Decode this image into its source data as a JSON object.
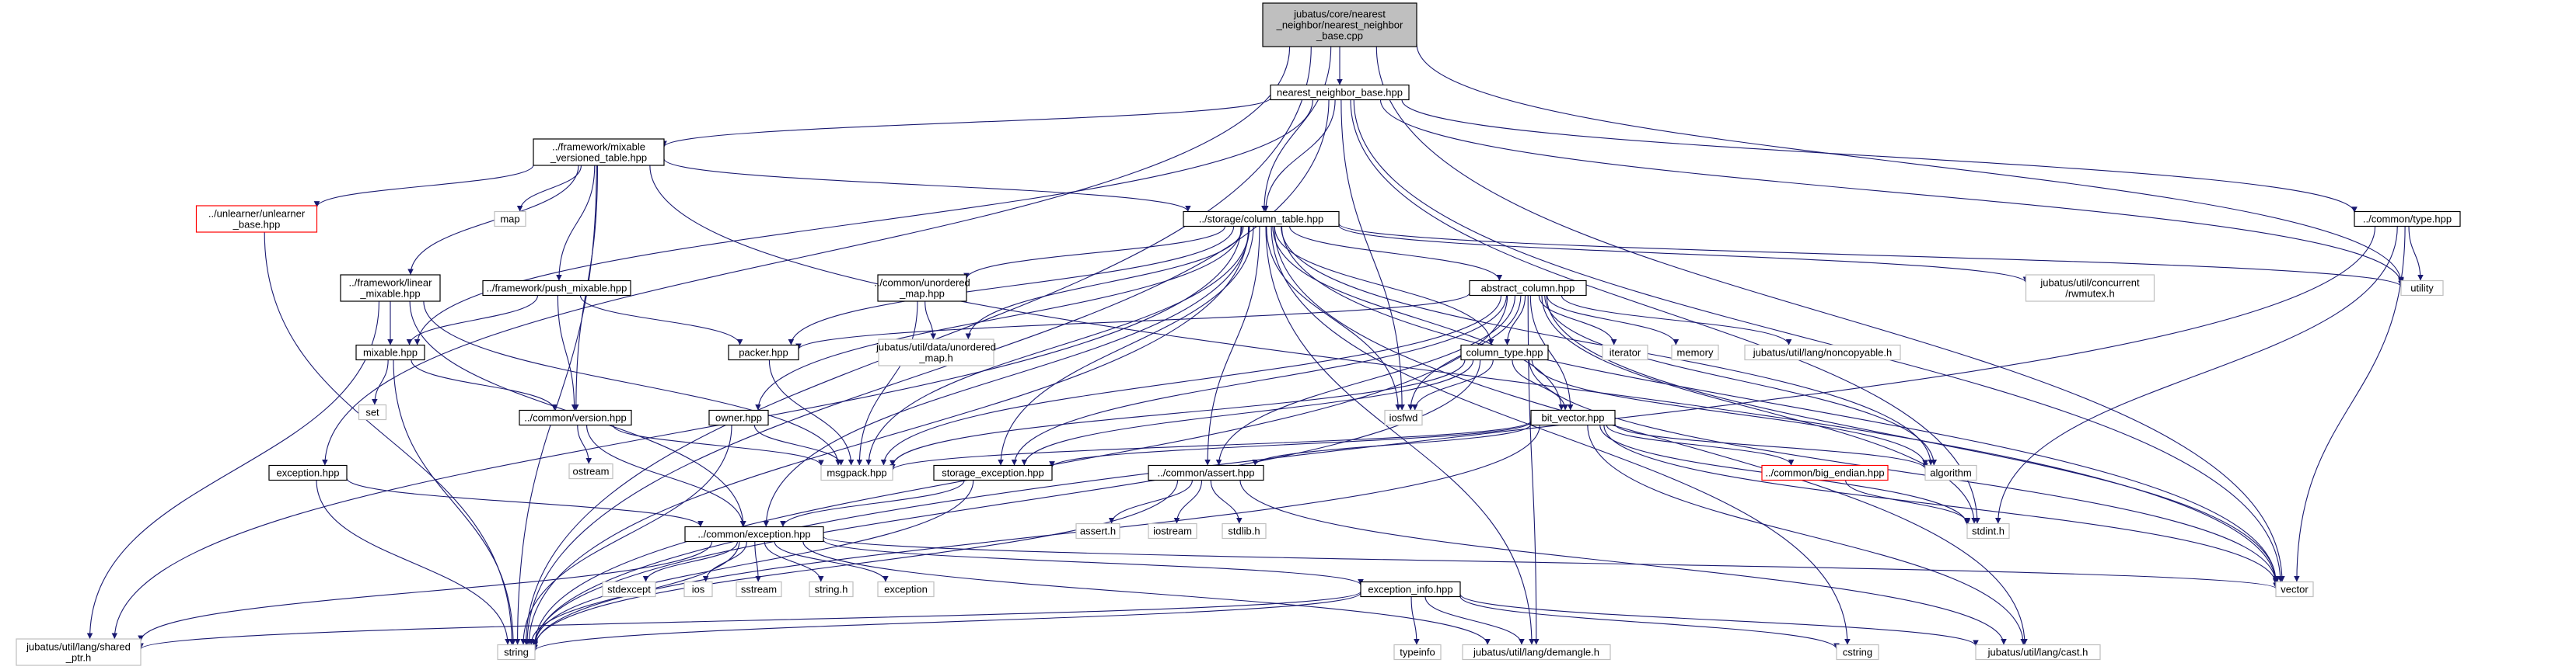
{
  "colors": {
    "edge": "#191970",
    "box_border": "#000000",
    "box_gray": "#bfbfbf",
    "box_red": "#ff0000",
    "node_gray_border": "#bfbfbf",
    "root_fill": "#bfbfbf"
  },
  "nodes": [
    {
      "id": "root",
      "lines": [
        "jubatus/core/nearest",
        "_neighbor/nearest_neighbor",
        "_base.cpp"
      ],
      "style": "root"
    },
    {
      "id": "nnb",
      "lines": [
        "nearest_neighbor_base.hpp"
      ],
      "style": "normal"
    },
    {
      "id": "fmv",
      "lines": [
        "../framework/mixable",
        "_versioned_table.hpp"
      ],
      "style": "normal"
    },
    {
      "id": "unl",
      "lines": [
        "../unlearner/unlearner",
        "_base.hpp"
      ],
      "style": "red"
    },
    {
      "id": "map",
      "lines": [
        "map"
      ],
      "style": "gray"
    },
    {
      "id": "col",
      "lines": [
        "../storage/column_table.hpp"
      ],
      "style": "normal"
    },
    {
      "id": "type",
      "lines": [
        "../common/type.hpp"
      ],
      "style": "normal"
    },
    {
      "id": "fml",
      "lines": [
        "../framework/linear",
        "_mixable.hpp"
      ],
      "style": "normal"
    },
    {
      "id": "fpm",
      "lines": [
        "../framework/push_mixable.hpp"
      ],
      "style": "normal"
    },
    {
      "id": "cun",
      "lines": [
        "../common/unordered",
        "_map.hpp"
      ],
      "style": "normal"
    },
    {
      "id": "abs",
      "lines": [
        "abstract_column.hpp"
      ],
      "style": "normal"
    },
    {
      "id": "rwm",
      "lines": [
        "jubatus/util/concurrent",
        "/rwmutex.h"
      ],
      "style": "gray"
    },
    {
      "id": "util",
      "lines": [
        "utility"
      ],
      "style": "gray"
    },
    {
      "id": "mix",
      "lines": [
        "mixable.hpp"
      ],
      "style": "normal"
    },
    {
      "id": "pack",
      "lines": [
        "packer.hpp"
      ],
      "style": "normal"
    },
    {
      "id": "jdm",
      "lines": [
        "jubatus/util/data/unordered",
        "_map.h"
      ],
      "style": "gray"
    },
    {
      "id": "ct",
      "lines": [
        "column_type.hpp"
      ],
      "style": "normal"
    },
    {
      "id": "iter",
      "lines": [
        "iterator"
      ],
      "style": "gray"
    },
    {
      "id": "mem",
      "lines": [
        "memory"
      ],
      "style": "gray"
    },
    {
      "id": "nonc",
      "lines": [
        "jubatus/util/lang/noncopyable.h"
      ],
      "style": "gray"
    },
    {
      "id": "set",
      "lines": [
        "set"
      ],
      "style": "gray"
    },
    {
      "id": "ver",
      "lines": [
        "../common/version.hpp"
      ],
      "style": "normal"
    },
    {
      "id": "own",
      "lines": [
        "owner.hpp"
      ],
      "style": "normal"
    },
    {
      "id": "iosfwd",
      "lines": [
        "iosfwd"
      ],
      "style": "gray"
    },
    {
      "id": "bv",
      "lines": [
        "bit_vector.hpp"
      ],
      "style": "normal"
    },
    {
      "id": "exc",
      "lines": [
        "exception.hpp"
      ],
      "style": "normal"
    },
    {
      "id": "ostream",
      "lines": [
        "ostream"
      ],
      "style": "gray"
    },
    {
      "id": "msgp",
      "lines": [
        "msgpack.hpp"
      ],
      "style": "gray"
    },
    {
      "id": "sexc",
      "lines": [
        "storage_exception.hpp"
      ],
      "style": "normal"
    },
    {
      "id": "asrt",
      "lines": [
        "../common/assert.hpp"
      ],
      "style": "normal"
    },
    {
      "id": "bige",
      "lines": [
        "../common/big_endian.hpp"
      ],
      "style": "red"
    },
    {
      "id": "algo",
      "lines": [
        "algorithm"
      ],
      "style": "gray"
    },
    {
      "id": "stdint",
      "lines": [
        "stdint.h"
      ],
      "style": "gray"
    },
    {
      "id": "cexc",
      "lines": [
        "../common/exception.hpp"
      ],
      "style": "normal"
    },
    {
      "id": "asserth",
      "lines": [
        "assert.h"
      ],
      "style": "gray"
    },
    {
      "id": "iostream",
      "lines": [
        "iostream"
      ],
      "style": "gray"
    },
    {
      "id": "stdlib",
      "lines": [
        "stdlib.h"
      ],
      "style": "gray"
    },
    {
      "id": "stdexcept",
      "lines": [
        "stdexcept"
      ],
      "style": "gray"
    },
    {
      "id": "ios",
      "lines": [
        "ios"
      ],
      "style": "gray"
    },
    {
      "id": "sstream",
      "lines": [
        "sstream"
      ],
      "style": "gray"
    },
    {
      "id": "stringh",
      "lines": [
        "string.h"
      ],
      "style": "gray"
    },
    {
      "id": "exception",
      "lines": [
        "exception"
      ],
      "style": "gray"
    },
    {
      "id": "vector",
      "lines": [
        "vector"
      ],
      "style": "gray"
    },
    {
      "id": "einfo",
      "lines": [
        "exception_info.hpp"
      ],
      "style": "normal"
    },
    {
      "id": "shp",
      "lines": [
        "jubatus/util/lang/shared",
        "_ptr.h"
      ],
      "style": "gray"
    },
    {
      "id": "string",
      "lines": [
        "string"
      ],
      "style": "gray"
    },
    {
      "id": "typeinfo",
      "lines": [
        "typeinfo"
      ],
      "style": "gray"
    },
    {
      "id": "demangle",
      "lines": [
        "jubatus/util/lang/demangle.h"
      ],
      "style": "gray"
    },
    {
      "id": "cstring",
      "lines": [
        "cstring"
      ],
      "style": "gray"
    },
    {
      "id": "cast",
      "lines": [
        "jubatus/util/lang/cast.h"
      ],
      "style": "gray"
    }
  ],
  "edges": [
    [
      "root",
      "nnb"
    ],
    [
      "root",
      "col"
    ],
    [
      "root",
      "util"
    ],
    [
      "root",
      "vector"
    ],
    [
      "root",
      "string"
    ],
    [
      "root",
      "exc"
    ],
    [
      "nnb",
      "fmv"
    ],
    [
      "nnb",
      "mix"
    ],
    [
      "nnb",
      "type"
    ],
    [
      "nnb",
      "col"
    ],
    [
      "nnb",
      "iosfwd"
    ],
    [
      "nnb",
      "util"
    ],
    [
      "nnb",
      "vector"
    ],
    [
      "nnb",
      "string"
    ],
    [
      "nnb",
      "stdint"
    ],
    [
      "fmv",
      "unl"
    ],
    [
      "fmv",
      "map"
    ],
    [
      "fmv",
      "col"
    ],
    [
      "fmv",
      "fml"
    ],
    [
      "fmv",
      "fpm"
    ],
    [
      "fmv",
      "ver"
    ],
    [
      "fmv",
      "vector"
    ],
    [
      "fmv",
      "string"
    ],
    [
      "unl",
      "string"
    ],
    [
      "col",
      "cun"
    ],
    [
      "col",
      "abs"
    ],
    [
      "col",
      "rwm"
    ],
    [
      "col",
      "util"
    ],
    [
      "col",
      "pack"
    ],
    [
      "col",
      "jdm"
    ],
    [
      "col",
      "own"
    ],
    [
      "col",
      "ct"
    ],
    [
      "col",
      "bv"
    ],
    [
      "col",
      "iosfwd"
    ],
    [
      "col",
      "msgp"
    ],
    [
      "col",
      "sexc"
    ],
    [
      "col",
      "asrt"
    ],
    [
      "col",
      "cexc"
    ],
    [
      "col",
      "algo"
    ],
    [
      "col",
      "vector"
    ],
    [
      "col",
      "string"
    ],
    [
      "col",
      "shp"
    ],
    [
      "col",
      "demangle"
    ],
    [
      "col",
      "cstring"
    ],
    [
      "col",
      "cast"
    ],
    [
      "type",
      "util"
    ],
    [
      "type",
      "vector"
    ],
    [
      "type",
      "string"
    ],
    [
      "type",
      "stdint"
    ],
    [
      "fml",
      "mix"
    ],
    [
      "fml",
      "cexc"
    ],
    [
      "fml",
      "msgp"
    ],
    [
      "fml",
      "shp"
    ],
    [
      "fpm",
      "mix"
    ],
    [
      "fpm",
      "ver"
    ],
    [
      "fpm",
      "pack"
    ],
    [
      "cun",
      "jdm"
    ],
    [
      "cun",
      "msgp"
    ],
    [
      "abs",
      "iter"
    ],
    [
      "abs",
      "mem"
    ],
    [
      "abs",
      "nonc"
    ],
    [
      "abs",
      "ct"
    ],
    [
      "abs",
      "pack"
    ],
    [
      "abs",
      "bv"
    ],
    [
      "abs",
      "iosfwd"
    ],
    [
      "abs",
      "msgp"
    ],
    [
      "abs",
      "sexc"
    ],
    [
      "abs",
      "asrt"
    ],
    [
      "abs",
      "algo"
    ],
    [
      "abs",
      "stdint"
    ],
    [
      "abs",
      "vector"
    ],
    [
      "abs",
      "string"
    ],
    [
      "abs",
      "demangle"
    ],
    [
      "mix",
      "set"
    ],
    [
      "mix",
      "ver"
    ],
    [
      "mix",
      "string"
    ],
    [
      "pack",
      "msgp"
    ],
    [
      "ct",
      "iosfwd"
    ],
    [
      "ct",
      "bv"
    ],
    [
      "ct",
      "msgp"
    ],
    [
      "ct",
      "sexc"
    ],
    [
      "ct",
      "algo"
    ],
    [
      "ct",
      "string"
    ],
    [
      "ct",
      "vector"
    ],
    [
      "ver",
      "ostream"
    ],
    [
      "ver",
      "msgp"
    ],
    [
      "ver",
      "cexc"
    ],
    [
      "own",
      "msgp"
    ],
    [
      "own",
      "string"
    ],
    [
      "bv",
      "msgp"
    ],
    [
      "bv",
      "sexc"
    ],
    [
      "bv",
      "asrt"
    ],
    [
      "bv",
      "bige"
    ],
    [
      "bv",
      "algo"
    ],
    [
      "bv",
      "stdint"
    ],
    [
      "bv",
      "vector"
    ],
    [
      "bv",
      "string"
    ],
    [
      "bv",
      "cast"
    ],
    [
      "exc",
      "cexc"
    ],
    [
      "exc",
      "string"
    ],
    [
      "sexc",
      "cexc"
    ],
    [
      "sexc",
      "string"
    ],
    [
      "asrt",
      "asserth"
    ],
    [
      "asrt",
      "iostream"
    ],
    [
      "asrt",
      "stdlib"
    ],
    [
      "asrt",
      "string"
    ],
    [
      "asrt",
      "cast"
    ],
    [
      "bige",
      "stdint"
    ],
    [
      "cexc",
      "stdexcept"
    ],
    [
      "cexc",
      "ios"
    ],
    [
      "cexc",
      "sstream"
    ],
    [
      "cexc",
      "stringh"
    ],
    [
      "cexc",
      "exception"
    ],
    [
      "cexc",
      "einfo"
    ],
    [
      "cexc",
      "vector"
    ],
    [
      "cexc",
      "string"
    ],
    [
      "cexc",
      "shp"
    ],
    [
      "cexc",
      "demangle"
    ],
    [
      "einfo",
      "typeinfo"
    ],
    [
      "einfo",
      "demangle"
    ],
    [
      "einfo",
      "cstring"
    ],
    [
      "einfo",
      "cast"
    ],
    [
      "einfo",
      "string"
    ],
    [
      "einfo",
      "shp"
    ]
  ]
}
